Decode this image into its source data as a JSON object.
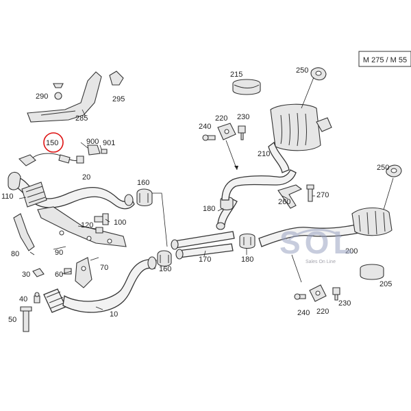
{
  "model_label": "M 275 / M 55",
  "highlighted_part": "150",
  "parts": {
    "p10": "10",
    "p20": "20",
    "p30": "30",
    "p40": "40",
    "p50": "50",
    "p60": "60",
    "p70": "70",
    "p80": "80",
    "p90": "90",
    "p100": "100",
    "p110": "110",
    "p120": "120",
    "p150": "150",
    "p160a": "160",
    "p160b": "160",
    "p170": "170",
    "p180a": "180",
    "p180b": "180",
    "p200": "200",
    "p205": "205",
    "p210": "210",
    "p215": "215",
    "p220a": "220",
    "p220b": "220",
    "p230a": "230",
    "p230b": "230",
    "p240a": "240",
    "p240b": "240",
    "p250a": "250",
    "p250b": "250",
    "p260": "260",
    "p270": "270",
    "p285": "285",
    "p290": "290",
    "p295": "295",
    "p900": "900",
    "p901": "901"
  },
  "watermark": {
    "logo": "SOL",
    "tagline": "Sales On Line"
  }
}
